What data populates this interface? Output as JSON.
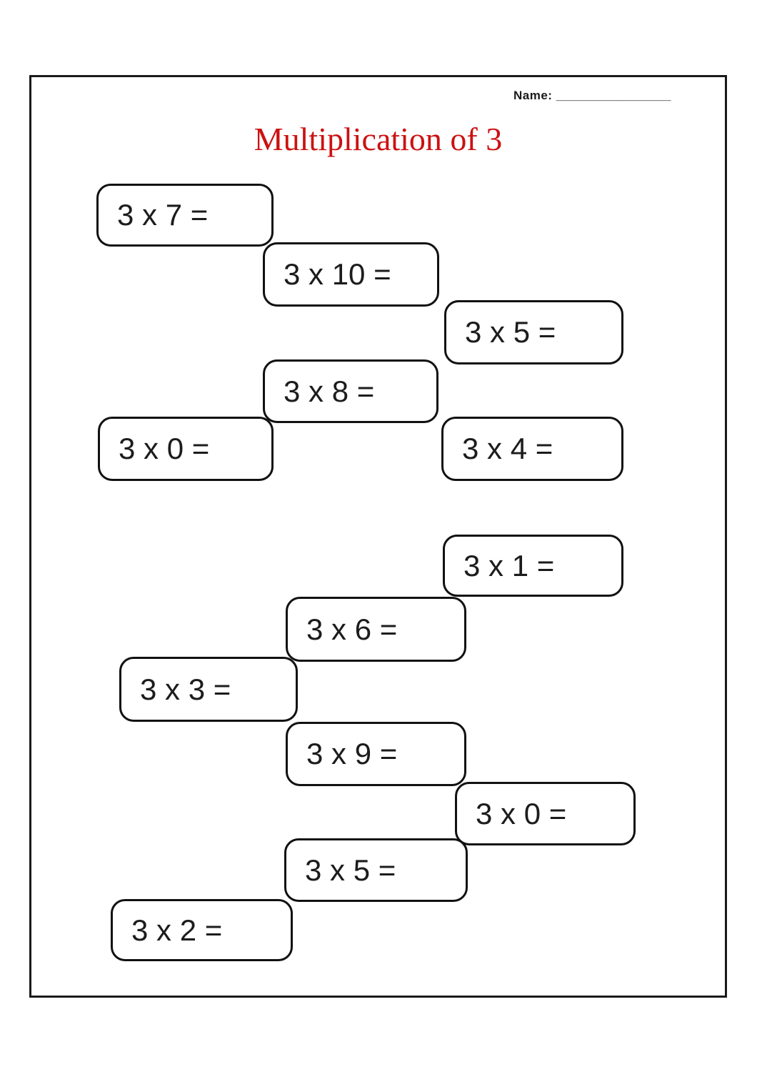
{
  "page": {
    "background_color": "#ffffff",
    "border_color": "#1a1a1a"
  },
  "header": {
    "name_label": "Name:",
    "name_blank": "_________________",
    "title": "Multiplication of 3",
    "title_color": "#cc1111"
  },
  "problems": [
    {
      "label": "3 x 7 ="
    },
    {
      "label": "3 x 10 ="
    },
    {
      "label": "3 x 5 ="
    },
    {
      "label": "3 x 8 ="
    },
    {
      "label": "3 x 0 ="
    },
    {
      "label": "3 x 4 ="
    },
    {
      "label": "3 x 1 ="
    },
    {
      "label": "3 x 6 ="
    },
    {
      "label": "3 x 3 ="
    },
    {
      "label": "3 x 9 ="
    },
    {
      "label": "3 x 0 ="
    },
    {
      "label": "3 x 5 ="
    },
    {
      "label": "3 x 2 ="
    }
  ]
}
